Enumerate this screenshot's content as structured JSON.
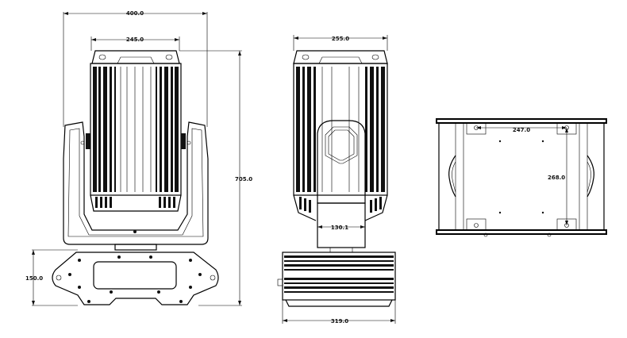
{
  "dimensions": {
    "front_overall_width": "400.0",
    "front_head_width": "245.0",
    "overall_height": "705.0",
    "base_depth": "150.0",
    "side_head_width": "255.0",
    "side_neck_width": "130.1",
    "side_base_width": "319.0",
    "top_bolt_spacing": "247.0",
    "top_bolt_depth": "268.0"
  },
  "colors": {
    "line": "#000000",
    "background": "#ffffff"
  }
}
